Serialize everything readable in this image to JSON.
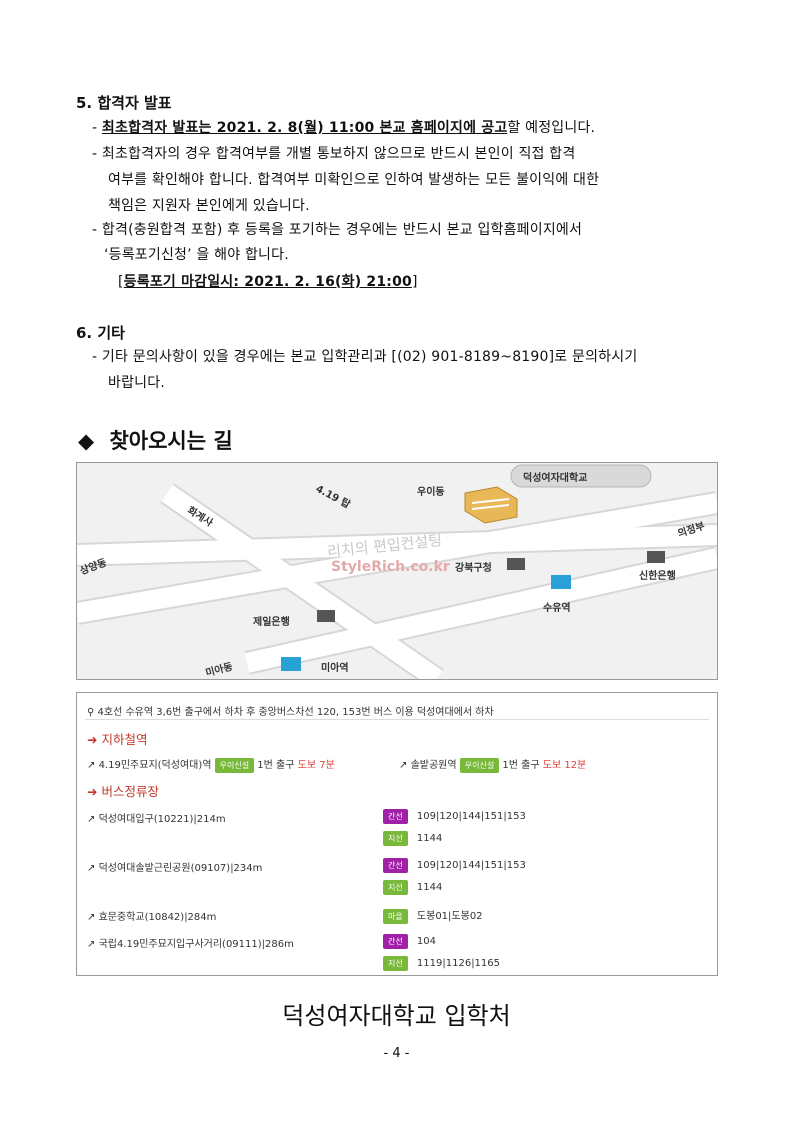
{
  "section5": {
    "heading": "5. 합격자 발표",
    "b1_dash": "-",
    "b1_bold": "최초합격자 발표는 2021. 2. 8(월) 11:00 본교 홈페이지에 공고",
    "b1_rest": "할 예정입니다.",
    "b2_dash": "-",
    "b2_line1": "최초합격자의 경우 합격여부를 개별 통보하지 않으므로 반드시 본인이 직접 합격",
    "b2_line2": "여부를 확인해야 합니다. 합격여부 미확인으로 인하여 발생하는 모든 불이익에 대한",
    "b2_line3": "책임은 지원자 본인에게 있습니다.",
    "b3_dash": "-",
    "b3_line1": "합격(충원합격 포함) 후 등록을 포기하는 경우에는 반드시 본교 입학홈페이지에서",
    "b3_line2": "‘등록포기신청’ 을 해야 합니다.",
    "deadline_open": "[",
    "deadline": "등록포기 마감일시: 2021. 2. 16(화) 21:00",
    "deadline_close": "]"
  },
  "section6": {
    "heading": "6. 기타",
    "dash": "-",
    "line1": "기타 문의사항이 있을 경우에는 본교 입학관리과 [(02) 901-8189~8190]로 문의하시기",
    "line2": "바랍니다."
  },
  "directions": {
    "diamond": "◆",
    "title": "찾아오시는 길"
  },
  "map": {
    "university": "덕성여자대학교",
    "labels": [
      "우이동",
      "4.19 탑",
      "화계사",
      "상양동",
      "의정부",
      "강북구청",
      "신한은행",
      "수유역",
      "제일은행",
      "미아동",
      "미아역"
    ],
    "watermark_line1": "리치의 편입컨설팅",
    "watermark_line2": "StyleRich.co.kr"
  },
  "transit": {
    "intro": "4호선 수유역 3,6번 출구에서 하차 후 중앙버스차선 120, 153번 버스 이용 덕성여대에서 하차",
    "subway_title": "지하철역",
    "subway": [
      {
        "name": "4.19민주묘지(덕성여대)역",
        "badge": "우이신설",
        "exit": "1번 출구",
        "walk": "도보 7분"
      },
      {
        "name": "솔밭공원역",
        "badge": "우이신설",
        "exit": "1번 출구",
        "walk": "도보 12분"
      }
    ],
    "bus_title": "버스정류장",
    "stops": [
      {
        "name": "덕성여대입구(10221)|214m",
        "rows": [
          {
            "type": "간선",
            "routes": "109|120|144|151|153"
          },
          {
            "type": "지선",
            "routes": "1144"
          }
        ]
      },
      {
        "name": "덕성여대솔밭근린공원(09107)|234m",
        "rows": [
          {
            "type": "간선",
            "routes": "109|120|144|151|153"
          },
          {
            "type": "지선",
            "routes": "1144"
          }
        ]
      },
      {
        "name": "효문중학교(10842)|284m",
        "rows": [
          {
            "type": "마을",
            "routes": "도봉01|도봉02"
          }
        ]
      },
      {
        "name": "국립4.19민주묘지입구사거리(09111)|286m",
        "rows": [
          {
            "type": "간선",
            "routes": "104"
          },
          {
            "type": "지선",
            "routes": "1119|1126|1165"
          }
        ]
      }
    ]
  },
  "footer": {
    "title": "덕성여자대학교 입학처",
    "page": "- 4 -"
  },
  "colors": {
    "accent_red": "#c0392b",
    "walk_red": "#e0413a",
    "badge_green": "#78b83a",
    "badge_purple": "#a020a8",
    "map_bg": "#f1f1f1",
    "road": "#ffffff"
  },
  "icons": [
    "location-pin-icon",
    "external-link-icon",
    "subway-station-icon",
    "building-icon",
    "diamond-icon"
  ]
}
